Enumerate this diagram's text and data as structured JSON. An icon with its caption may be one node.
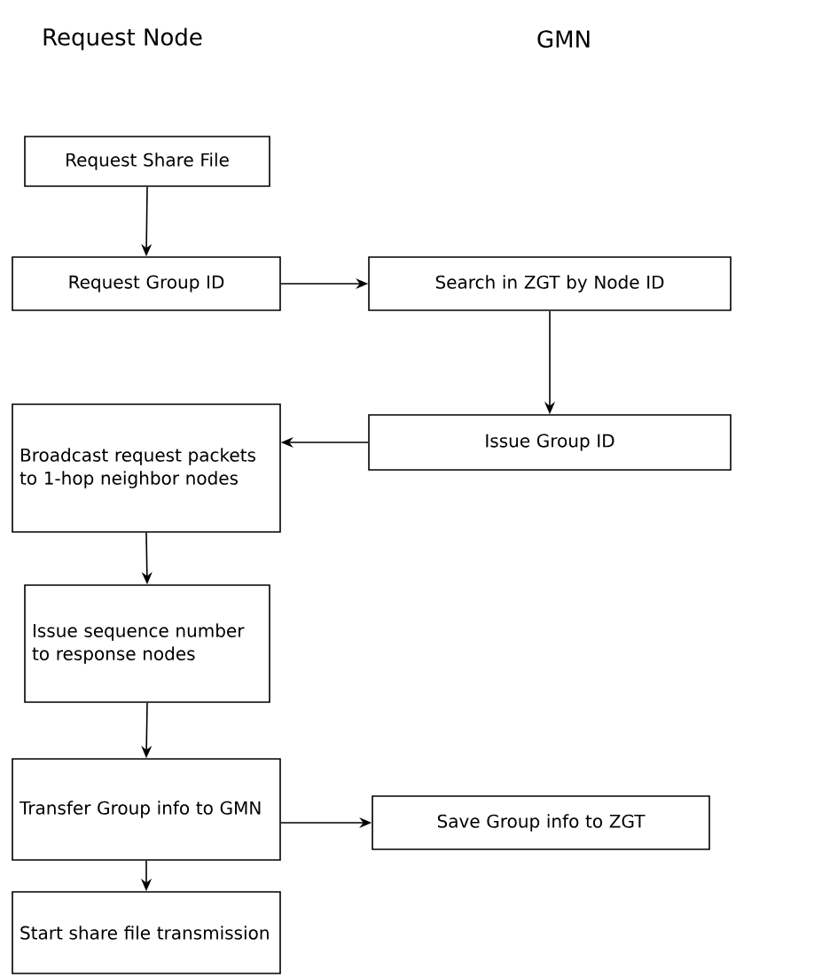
{
  "diagram": {
    "nodes": [
      {
        "text": [
          "Request Share File"
        ]
      },
      {
        "text": [
          "Request Group ID"
        ]
      },
      {
        "text": [
          "Search in ZGT by Node ID"
        ]
      },
      {
        "text": [
          "Issue Group ID"
        ]
      },
      {
        "text": [
          "Broadcast request packets to 1-hop neighbor nodes"
        ]
      },
      {
        "text": [
          "Issue sequence number to response nodes"
        ]
      },
      {
        "text": [
          "Transfer Group info to GMN"
        ]
      },
      {
        "text": [
          "Save Group info to ZGT"
        ]
      },
      {
        "text": [
          "Start share file transmission"
        ]
      }
    ],
    "edges": [
      {
        "from": 0,
        "to": 1,
        "arrow": "to"
      },
      {
        "from": 1,
        "to": 2,
        "arrow": "to"
      },
      {
        "from": 2,
        "to": 3,
        "arrow": "to"
      },
      {
        "from": 3,
        "to": 4,
        "arrow": "to"
      },
      {
        "from": 4,
        "to": 5,
        "arrow": "to"
      },
      {
        "from": 5,
        "to": 6,
        "arrow": "to"
      },
      {
        "from": 6,
        "to": 7,
        "arrow": "to"
      },
      {
        "from": 6,
        "to": 8,
        "arrow": "to"
      }
    ],
    "labels": [
      "Request Node",
      "GMN"
    ]
  }
}
